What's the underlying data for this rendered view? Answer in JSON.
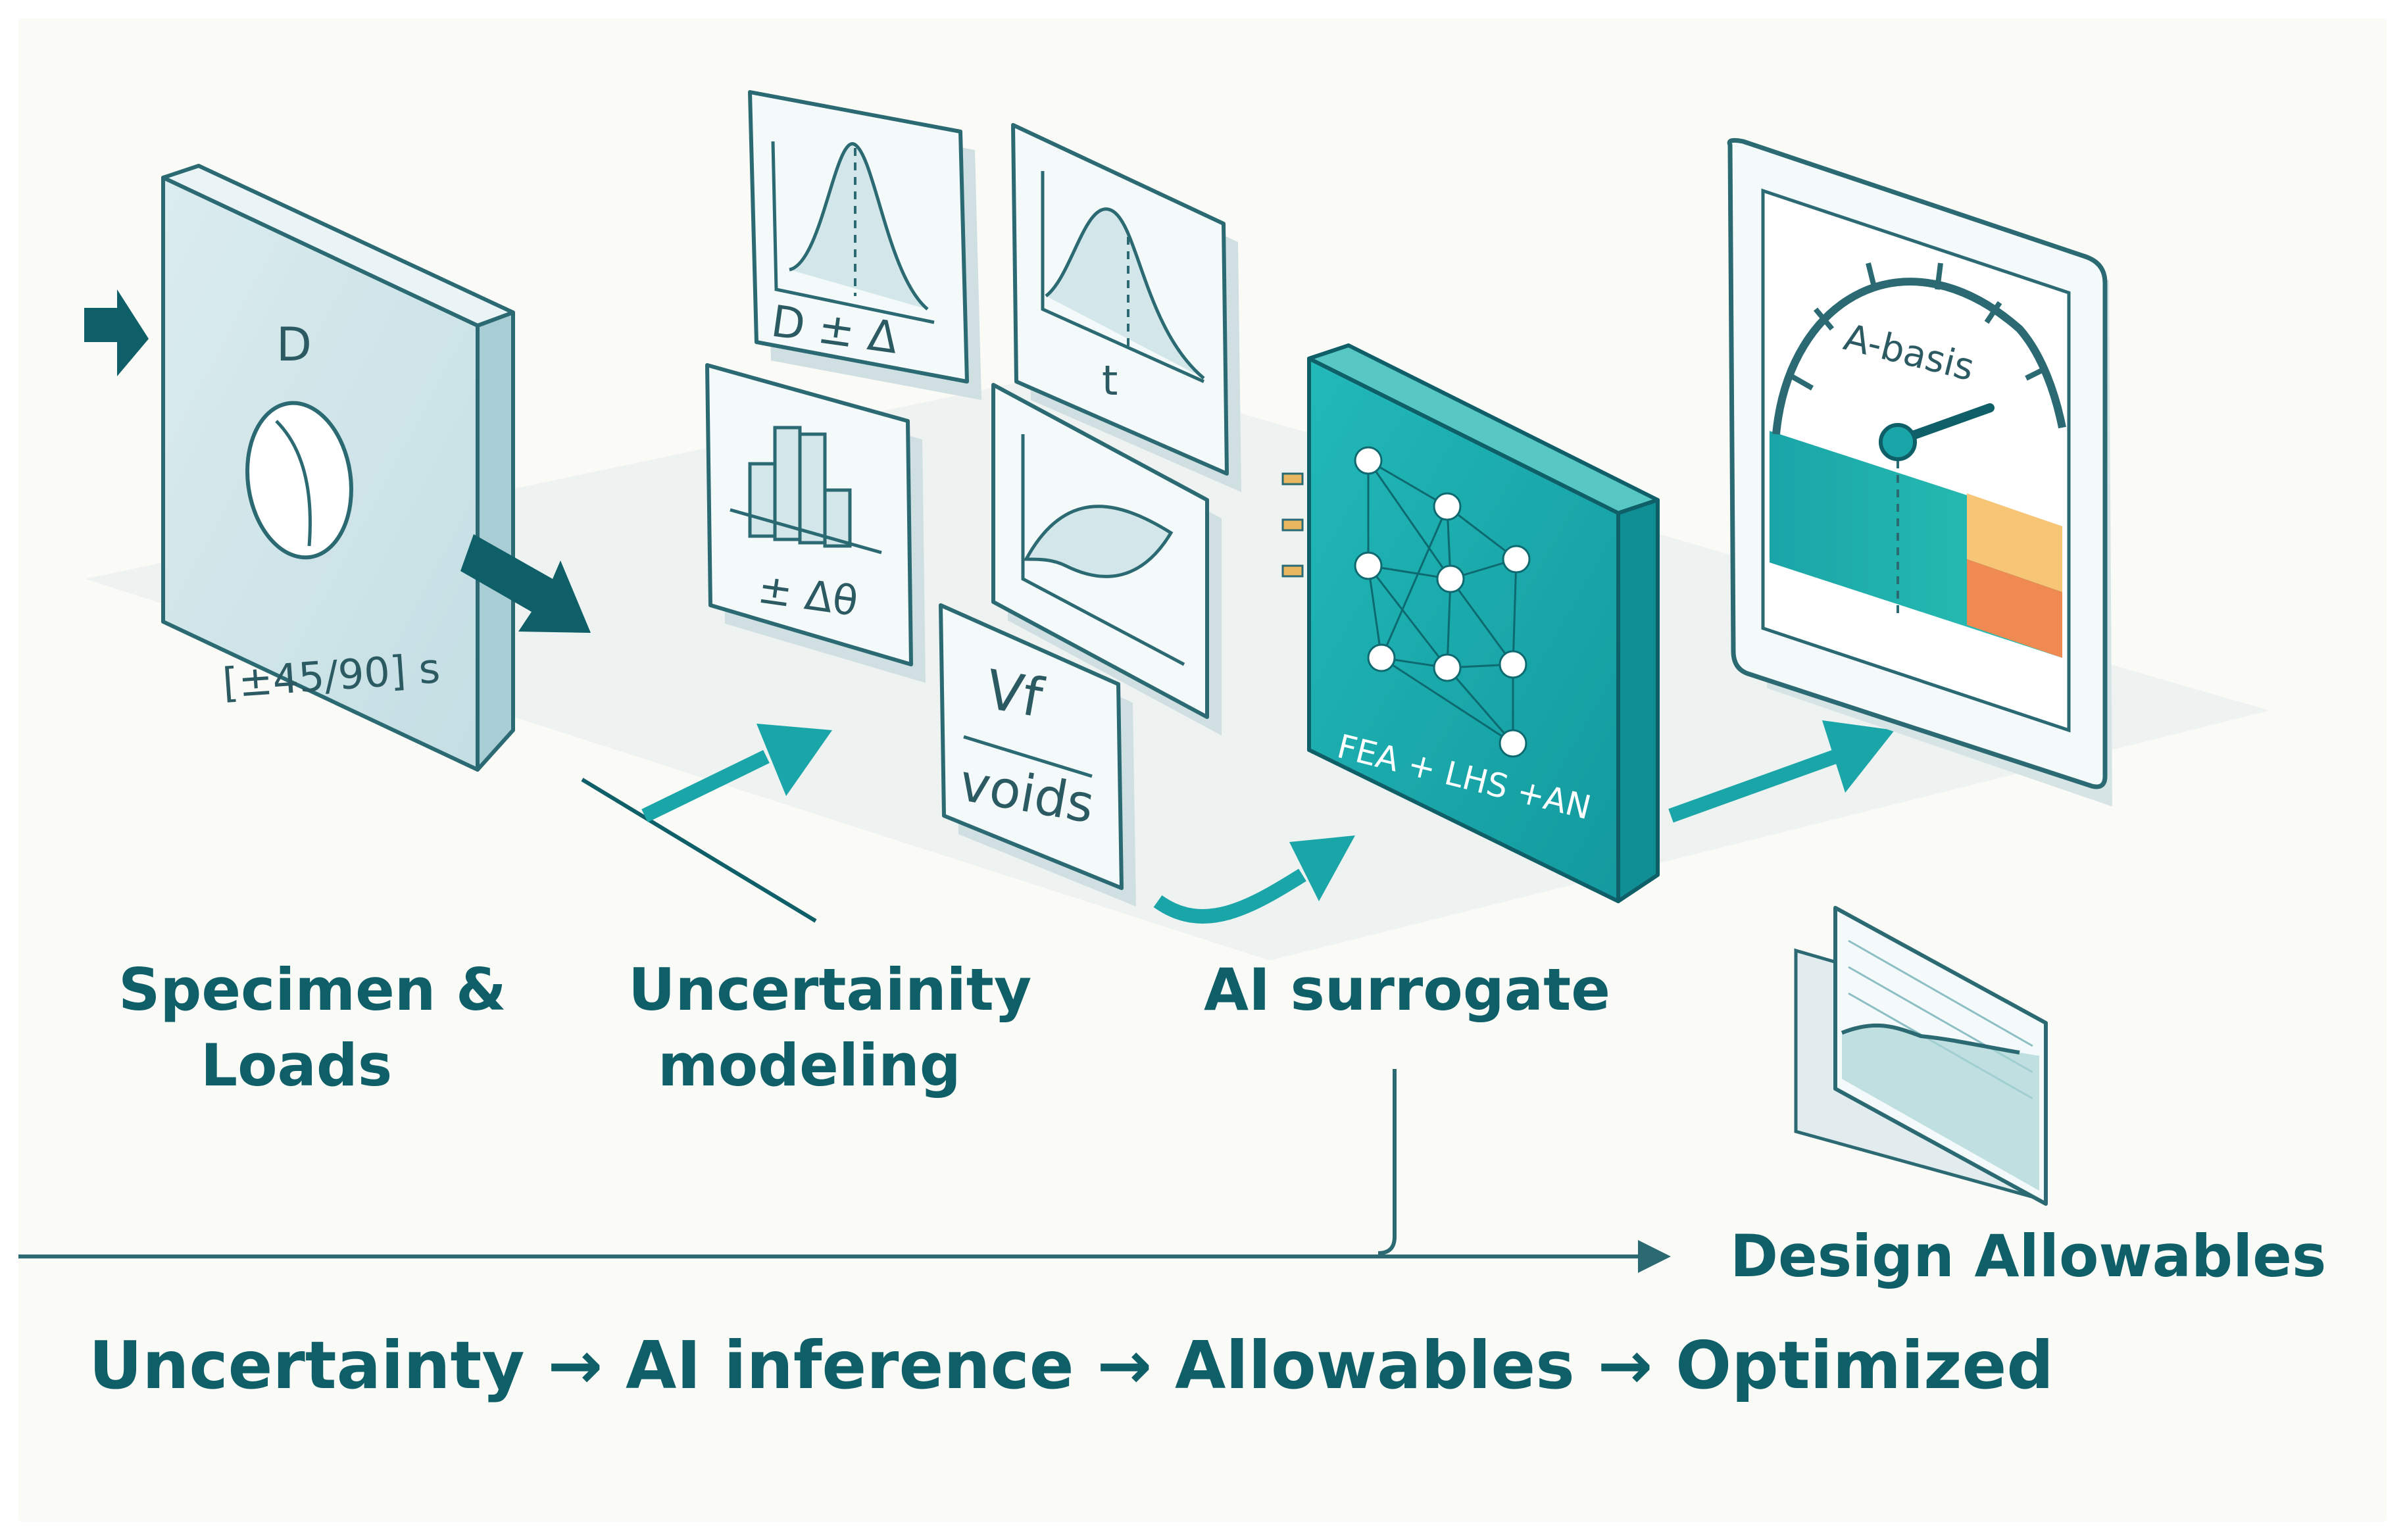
{
  "stages": {
    "specimen": {
      "line1": "Specimen &",
      "line2": "Loads"
    },
    "uncertainty": {
      "line1": "Uncertainity",
      "line2": "modeling"
    },
    "surrogate": {
      "label": "AI surrogate"
    },
    "allowables": {
      "label": "Design Allowables"
    }
  },
  "specimen_box": {
    "hole_label": "D",
    "layup": "[±45/90] s"
  },
  "uncertainty_cards": {
    "diameter": "D ± Δ",
    "thickness": "t",
    "angle": "± Δθ",
    "vf_top": "Vf",
    "vf_bottom": "voids"
  },
  "chip": {
    "label": "FEA + LHS +AN"
  },
  "gauge": {
    "label": "A-basis"
  },
  "pipeline": "Uncertainty → AI inference → Allowables → Optimized",
  "colors": {
    "teal": "#1aa5a8",
    "teal_dark": "#0f5f68",
    "outline": "#2b6a72",
    "card_fill": "#f4f9fa",
    "gauge_yellow": "#f6c676",
    "gauge_orange": "#ee8a52",
    "background": "#fafaf7"
  }
}
